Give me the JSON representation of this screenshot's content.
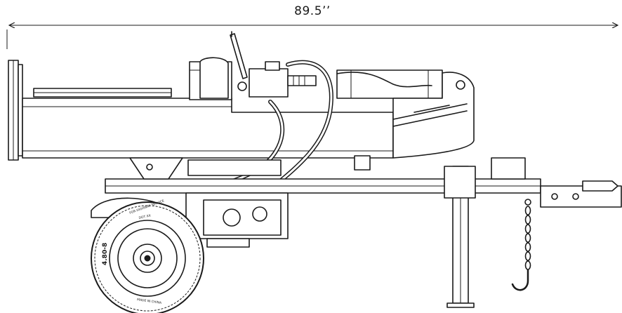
{
  "dimension": {
    "overall_length_label": "89.5’’"
  },
  "tire": {
    "size_label": "4.80-8",
    "small_text_top": "FOR HIGHWAY SERVICE",
    "small_text_top2": "DOT XX",
    "small_text_bottom": "MADE IN CHINA"
  },
  "colors": {
    "line": "#1a1a1a",
    "background": "#ffffff"
  }
}
